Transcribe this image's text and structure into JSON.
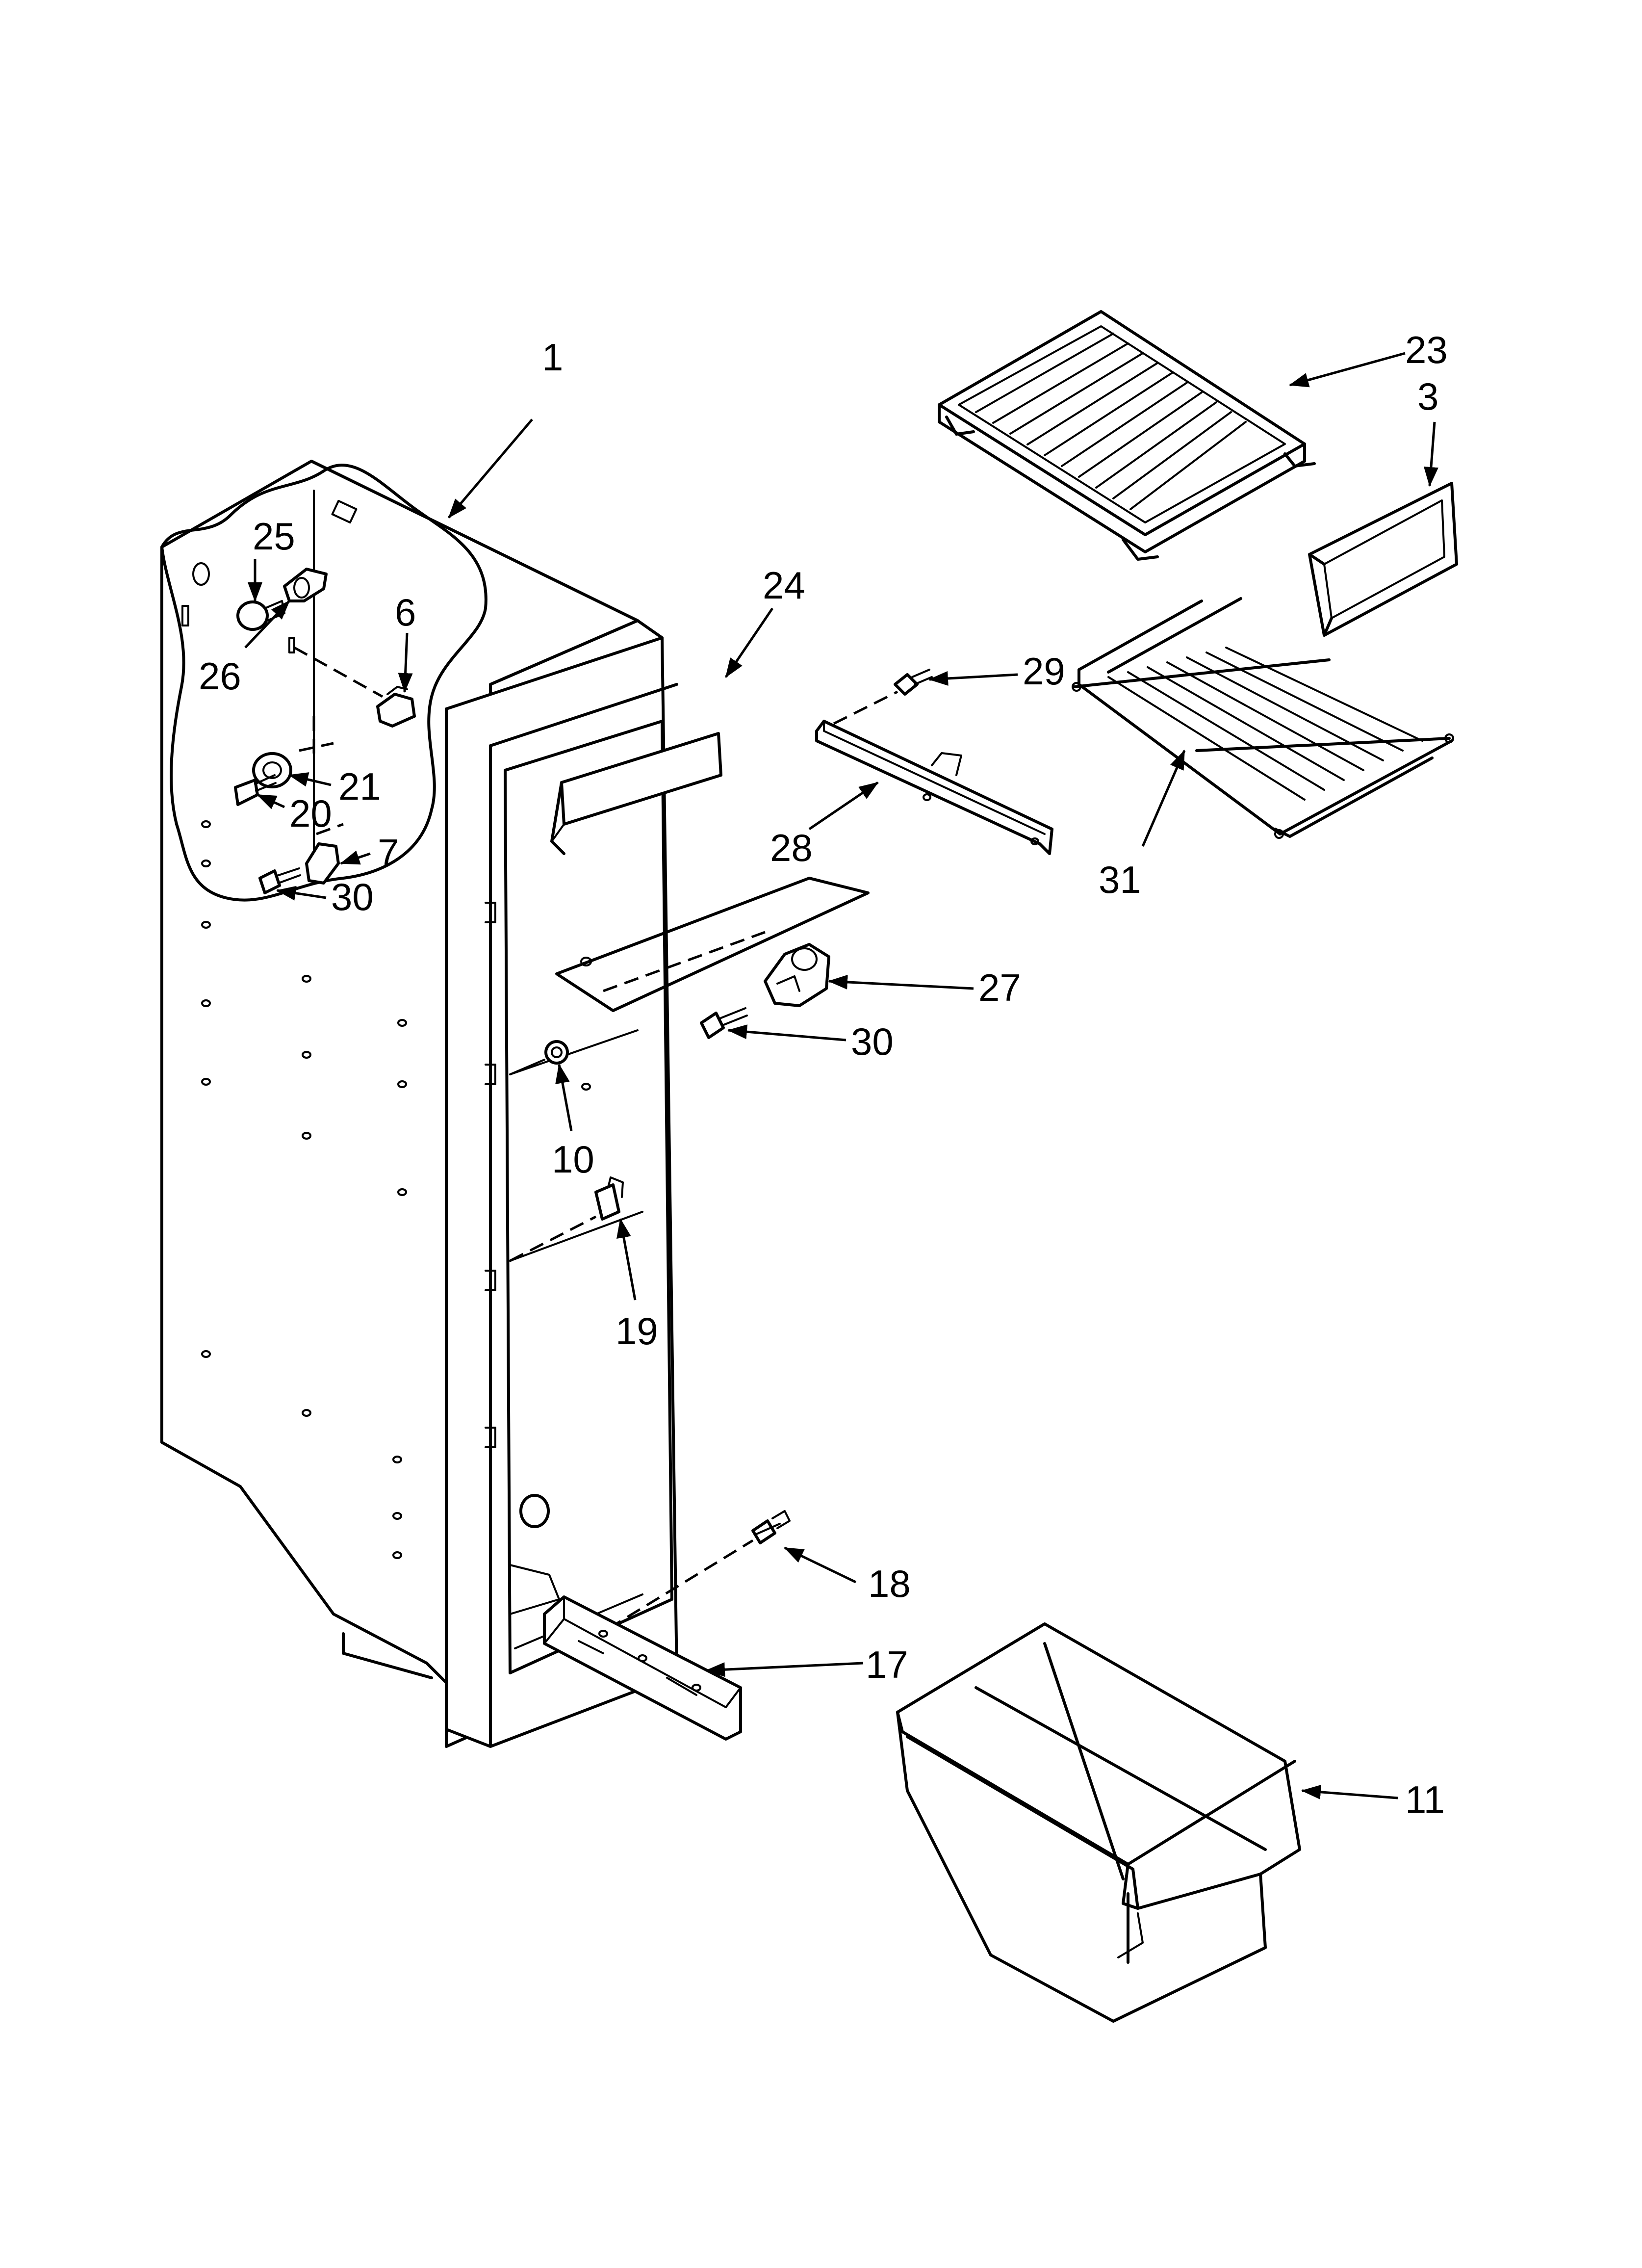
{
  "diagram": {
    "callouts": [
      {
        "id": "1",
        "label": "1"
      },
      {
        "id": "3",
        "label": "3"
      },
      {
        "id": "6",
        "label": "6"
      },
      {
        "id": "7",
        "label": "7"
      },
      {
        "id": "10",
        "label": "10"
      },
      {
        "id": "11",
        "label": "11"
      },
      {
        "id": "17",
        "label": "17"
      },
      {
        "id": "18",
        "label": "18"
      },
      {
        "id": "19",
        "label": "19"
      },
      {
        "id": "20",
        "label": "20"
      },
      {
        "id": "21",
        "label": "21"
      },
      {
        "id": "23",
        "label": "23"
      },
      {
        "id": "24",
        "label": "24"
      },
      {
        "id": "25",
        "label": "25"
      },
      {
        "id": "26",
        "label": "26"
      },
      {
        "id": "27",
        "label": "27"
      },
      {
        "id": "28",
        "label": "28"
      },
      {
        "id": "29",
        "label": "29"
      },
      {
        "id": "30a",
        "label": "30"
      },
      {
        "id": "30b",
        "label": "30"
      },
      {
        "id": "31",
        "label": "31"
      }
    ]
  }
}
